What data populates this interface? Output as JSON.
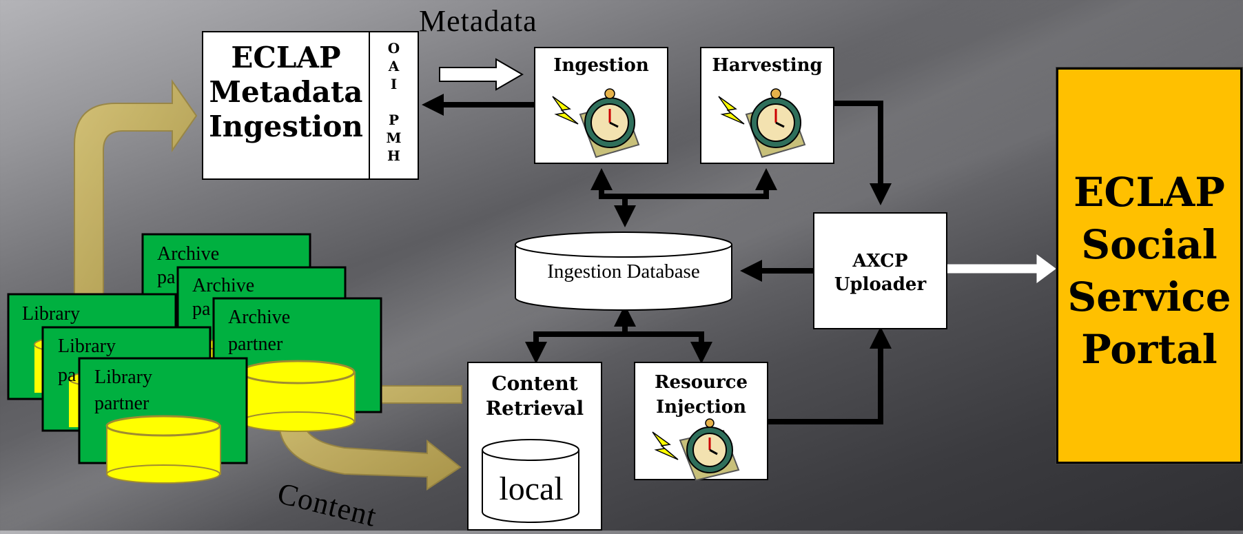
{
  "labels": {
    "metadata": "Metadata",
    "content": "Content"
  },
  "eclap_ingestion": {
    "title_line1": "ECLAP",
    "title_line2": "Metadata",
    "title_line3": "Ingestion",
    "oai_pmh_letters": [
      "O",
      "A",
      "I",
      "",
      "P",
      "M",
      "H"
    ]
  },
  "ingestion": {
    "title": "Ingestion",
    "icon": "alarm-clock-icon"
  },
  "harvesting": {
    "title": "Harvesting",
    "icon": "alarm-clock-icon"
  },
  "database": {
    "title": "Ingestion Database"
  },
  "axcp": {
    "title_line1": "AXCP",
    "title_line2": "Uploader"
  },
  "content_retrieval": {
    "title_line1": "Content",
    "title_line2": "Retrieval",
    "local": "local"
  },
  "resource_injection": {
    "title_line1": "Resource",
    "title_line2": "Injection",
    "icon": "alarm-clock-icon"
  },
  "portal": {
    "line1": "ECLAP",
    "line2": "Social",
    "line3": "Service",
    "line4": "Portal"
  },
  "partners": {
    "archive": [
      "Archive partner",
      "Archive partner",
      "Archive partner"
    ],
    "library": [
      "Library partner",
      "Library partner",
      "Library partner"
    ],
    "archive_line1": "Archive",
    "archive_line2": "partner",
    "archive_fragment": "pa",
    "library_line1": "Library",
    "library_line2": "partner",
    "library_fragment": "pa"
  },
  "colors": {
    "partner_green": "#00b040",
    "cylinder_yellow": "#ffff00",
    "portal_orange": "#ffc000",
    "arrow_khaki": "#c8b25c"
  }
}
